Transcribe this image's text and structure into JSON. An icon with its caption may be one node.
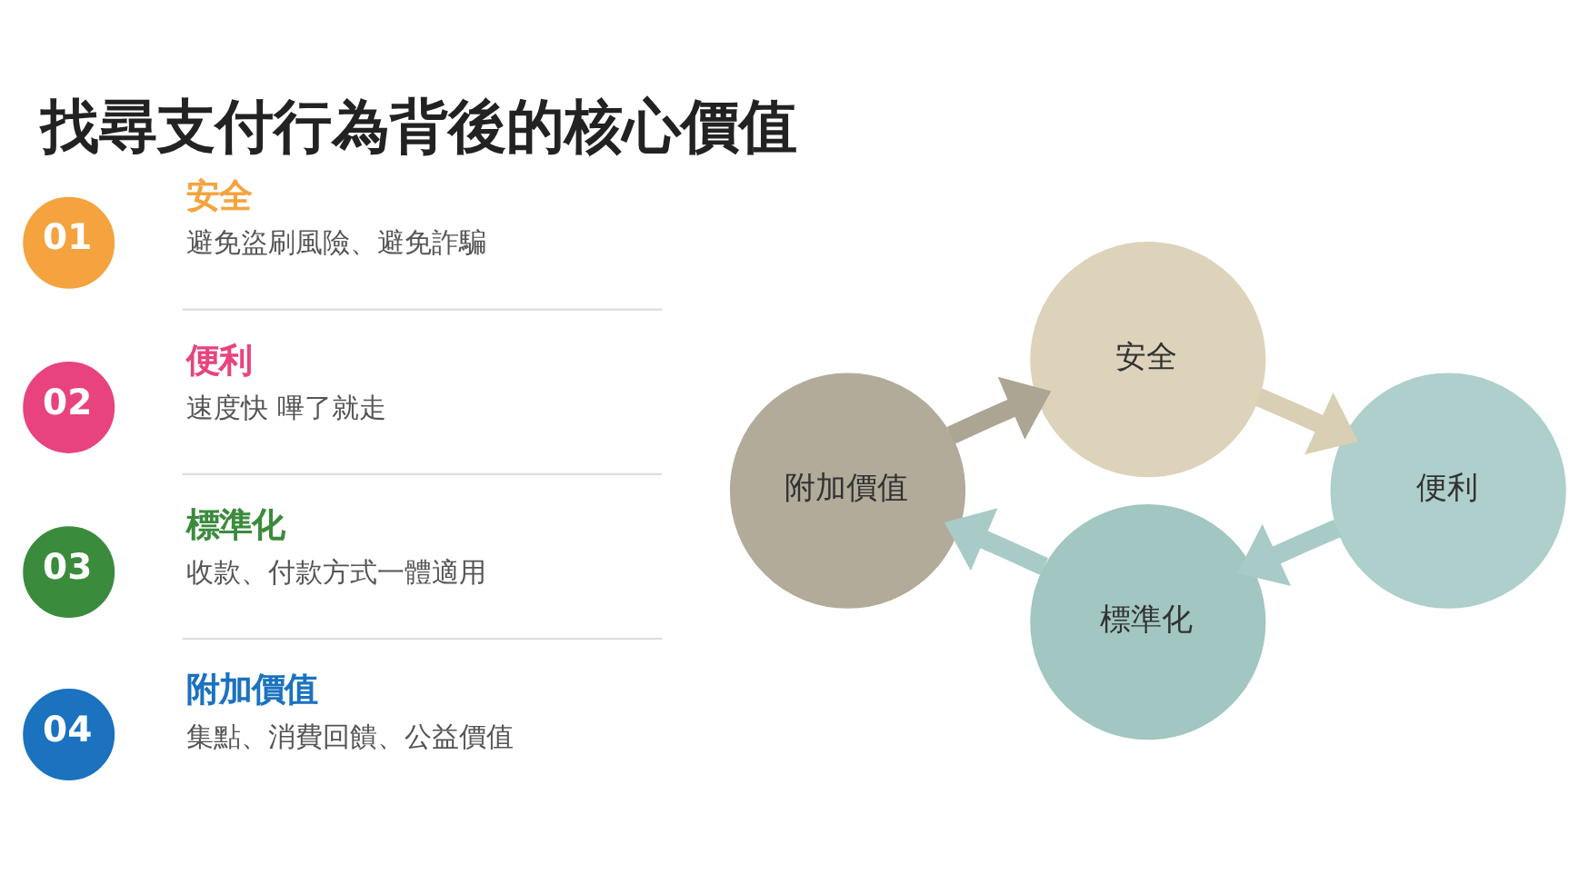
{
  "diagram": {
    "title": "找尋支付行為背後的核心價值",
    "nodes": [
      {
        "text": [
          "01"
        ],
        "beside": [
          "安全",
          "避免盜刷風險、避免詐騙"
        ]
      },
      {
        "text": [
          "02"
        ],
        "beside": [
          "便利",
          "速度快 嗶了就走"
        ]
      },
      {
        "text": [
          "03"
        ],
        "beside": [
          "標準化",
          "收款、付款方式一體適用"
        ]
      },
      {
        "text": [
          "04"
        ],
        "beside": [
          "附加價值",
          "集點、消費回饋、公益價值"
        ]
      },
      {
        "text": [
          "安全"
        ]
      },
      {
        "text": [
          "便利"
        ]
      },
      {
        "text": [
          "標準化"
        ]
      },
      {
        "text": [
          "附加價值"
        ]
      }
    ],
    "edges": [
      {
        "from": 4,
        "to": 5,
        "arrow": "to",
        "color": "#d9cfb4"
      },
      {
        "from": 5,
        "to": 6,
        "arrow": "to"
      },
      {
        "from": 6,
        "to": 7,
        "arrow": "to"
      },
      {
        "from": 7,
        "to": 4,
        "arrow": "to",
        "color": "#aca593"
      }
    ]
  }
}
